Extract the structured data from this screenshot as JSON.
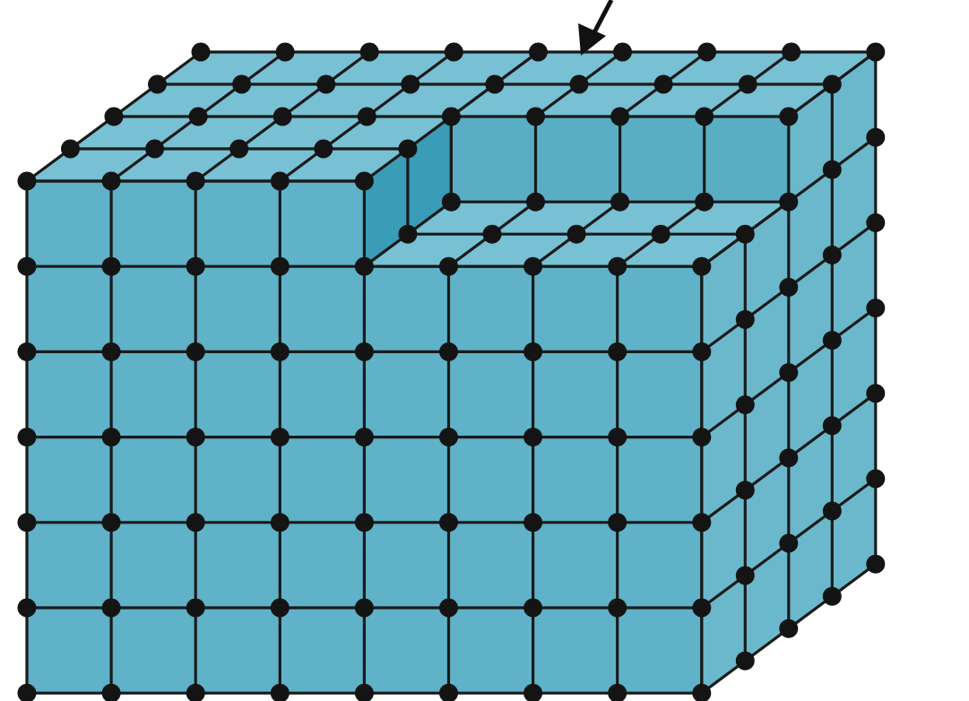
{
  "figure": {
    "colors": {
      "top_face": "#78c0d3",
      "front_face": "#5fb2c8",
      "side_face": "#6bb8cc",
      "step_riser": "#3a9cb6",
      "bonds": "#1a1a1a",
      "atoms": "#141414"
    },
    "lattice": {
      "front_columns": 9,
      "depth_rows": 5,
      "layers": 6,
      "surface_step": true
    },
    "arrow_icon": "arrow-down-left-icon"
  }
}
